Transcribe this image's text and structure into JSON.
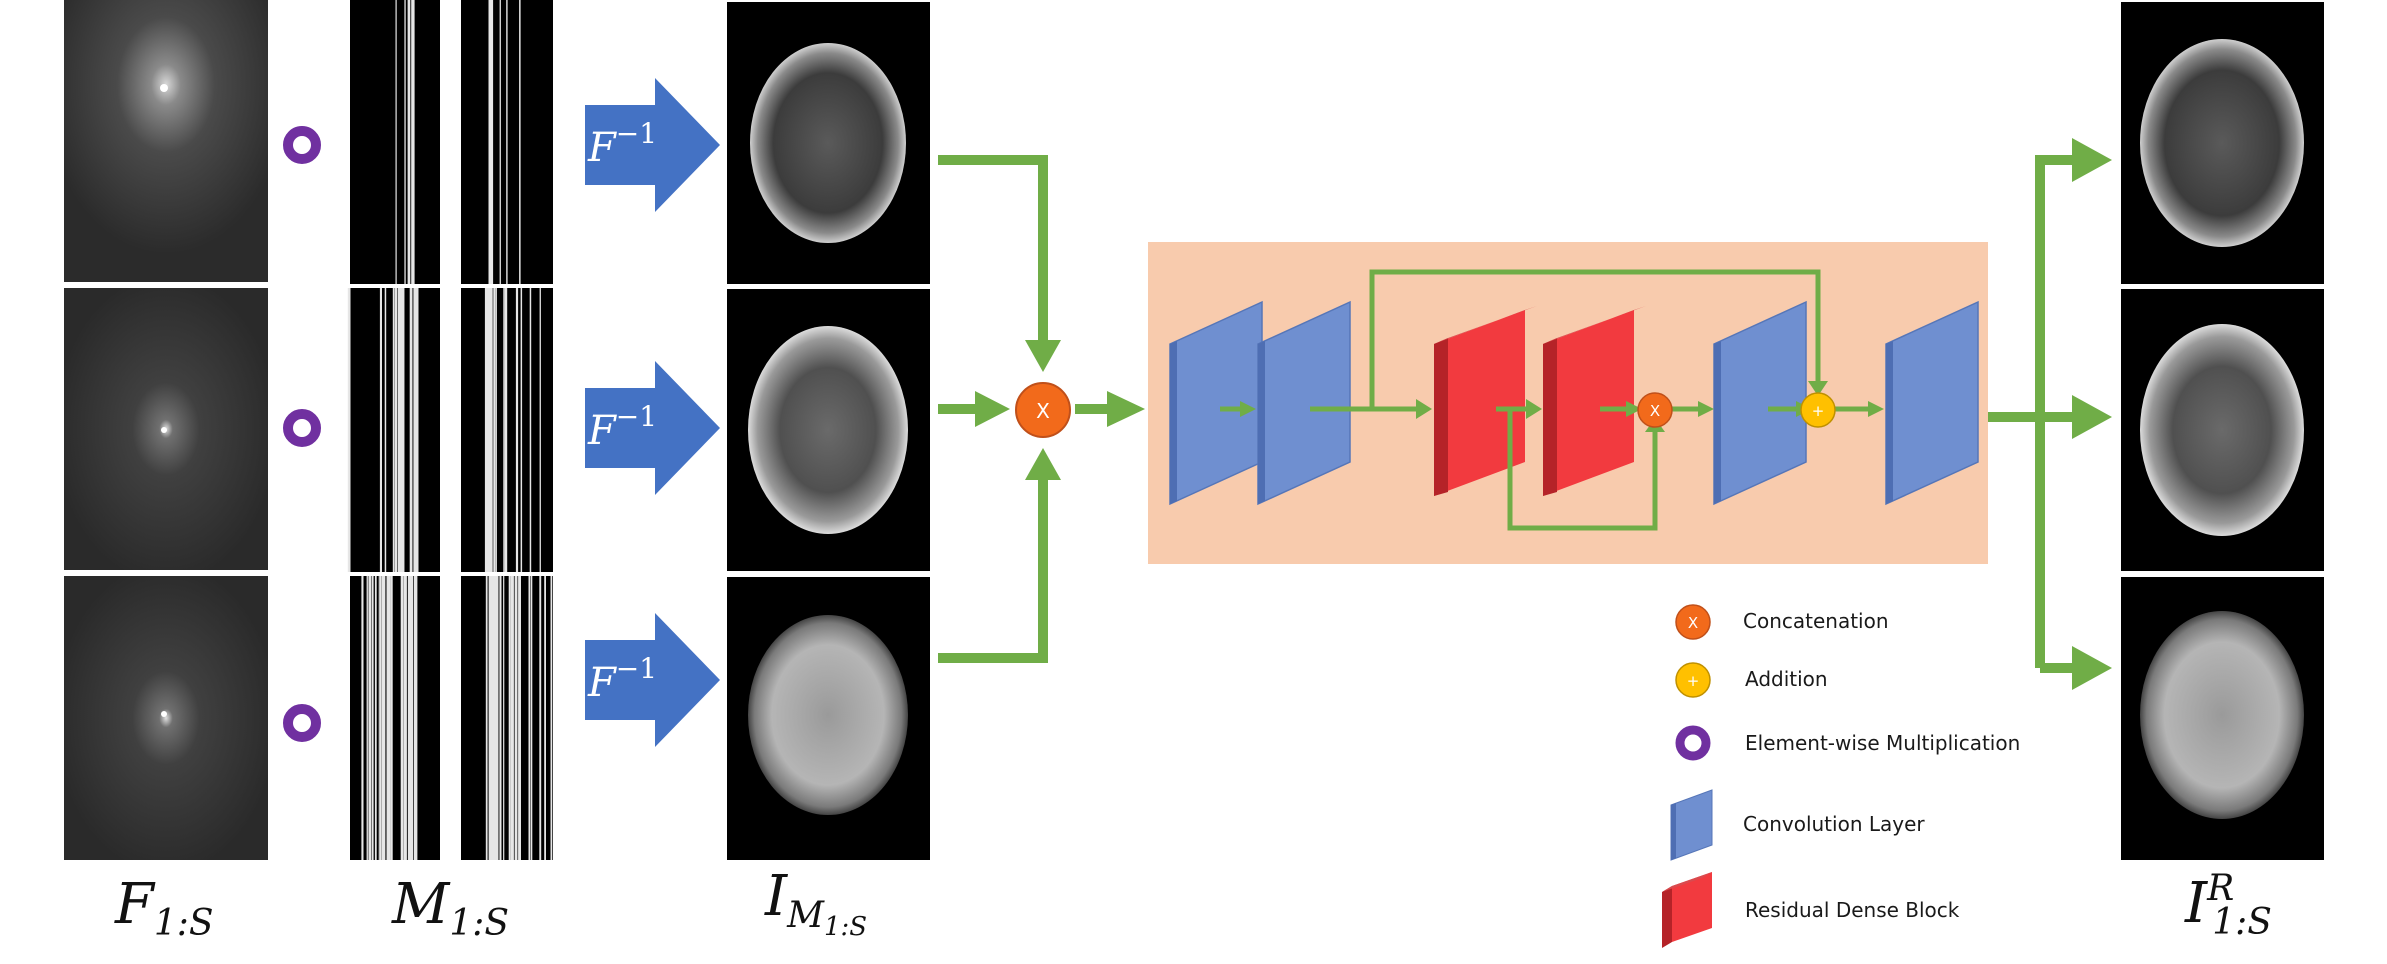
{
  "column_labels": {
    "kspace": {
      "base": "F",
      "sub": "1:S"
    },
    "mask": {
      "base": "M",
      "sub": "1:S"
    },
    "undersampled": {
      "base": "I",
      "sub_base": "M",
      "sub_sub": "1:S"
    },
    "reconstructed": {
      "base": "I",
      "sub": "1:S",
      "sup": "R"
    }
  },
  "inverse_fourier": {
    "symbol": "F",
    "exponent": "−1"
  },
  "operators": {
    "concat_symbol": "X",
    "add_symbol": "+"
  },
  "legend": [
    {
      "label": "Concatenation",
      "icon": "concatenation-icon"
    },
    {
      "label": "Addition",
      "icon": "addition-icon"
    },
    {
      "label": "Element-wise Multiplication",
      "icon": "element-wise-multiplication-icon"
    },
    {
      "label": "Convolution Layer",
      "icon": "convolution-layer-icon"
    },
    {
      "label": "Residual Dense Block",
      "icon": "residual-dense-block-icon"
    }
  ],
  "colors": {
    "arrow_green": "#70ad47",
    "fourier_blue": "#4472c4",
    "conv_blue": "#6f8fd0",
    "rdb_red": "#f23a3f",
    "concat_orange": "#f26a1b",
    "add_yellow": "#ffc000",
    "mult_purple": "#7030a0",
    "network_bg": "#f8cbad"
  }
}
